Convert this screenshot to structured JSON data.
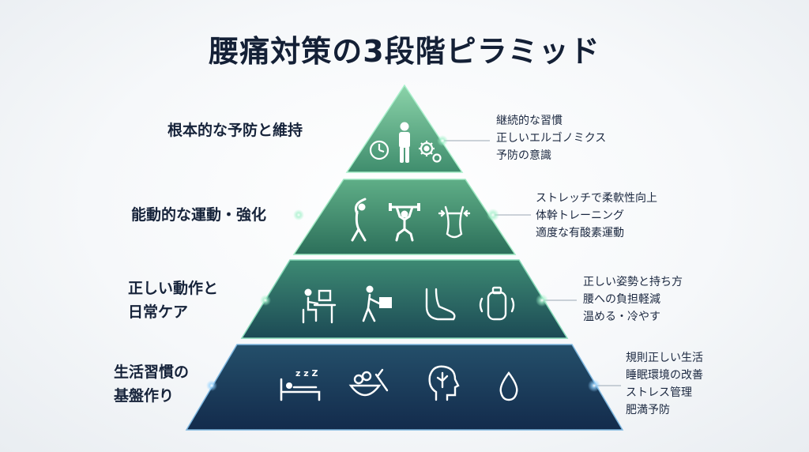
{
  "title": "腰痛対策の3段階ピラミッド",
  "tiers": [
    {
      "label_lines": [
        "根本的な予防と維持"
      ],
      "items": [
        "継続的な習慣",
        "正しいエルゴノミクス",
        "予防の意識"
      ],
      "icons": [
        "clock-icon",
        "standing-person-icon",
        "gears-icon"
      ],
      "color": "#4a9a78"
    },
    {
      "label_lines": [
        "能動的な運動・強化"
      ],
      "items": [
        "ストレッチで柔軟性向上",
        "体幹トレーニング",
        "適度な有酸素運動"
      ],
      "icons": [
        "stretching-person-icon",
        "weightlifter-icon",
        "core-waist-icon"
      ],
      "color": "#3a8566"
    },
    {
      "label_lines": [
        "正しい動作と",
        "日常ケア"
      ],
      "items": [
        "正しい姿勢と持ち方",
        "腰への負担軽減",
        "温める・冷やす"
      ],
      "icons": [
        "desk-worker-icon",
        "lifting-box-icon",
        "foot-icon",
        "hot-water-bottle-icon"
      ],
      "color": "#265f59"
    },
    {
      "label_lines": [
        "生活習慣の",
        "基盤作り"
      ],
      "items": [
        "規則正しい生活",
        "睡眠環境の改善",
        "ストレス管理",
        "肥満予防"
      ],
      "icons": [
        "sleeping-bed-icon",
        "vegetables-bowl-icon",
        "head-brain-icon",
        "water-drop-icon"
      ],
      "color": "#1b3658"
    }
  ]
}
